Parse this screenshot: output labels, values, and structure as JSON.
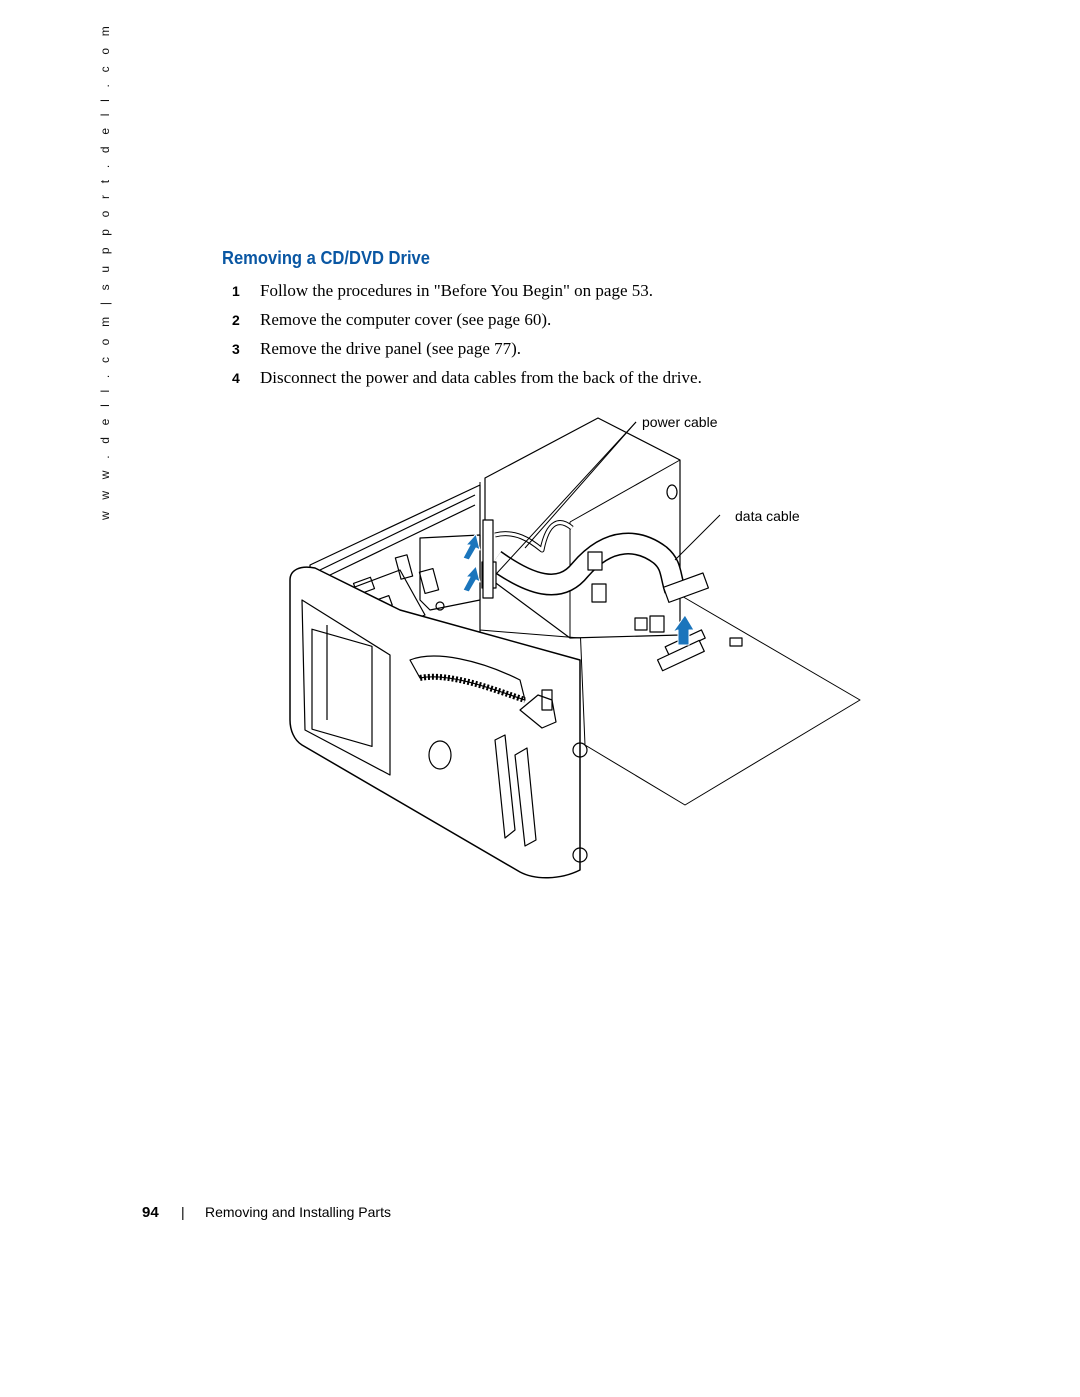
{
  "sidebar": {
    "url_text": "w w w . d e l l . c o m  |  s u p p o r t . d e l l . c o m"
  },
  "section": {
    "title": "Removing a CD/DVD Drive",
    "steps": [
      {
        "number": "1",
        "text": "Follow the procedures in \"Before You Begin\" on page 53."
      },
      {
        "number": "2",
        "text": "Remove the computer cover (see page 60)."
      },
      {
        "number": "3",
        "text": "Remove the drive panel (see page 77)."
      },
      {
        "number": "4",
        "text": "Disconnect the power and data cables from the back of the drive."
      }
    ]
  },
  "figure": {
    "callouts": {
      "power_cable": "power cable",
      "data_cable": "data cable"
    },
    "arrow_color": "#1b75bc"
  },
  "footer": {
    "page_number": "94",
    "separator": "|",
    "chapter": "Removing and Installing Parts"
  }
}
